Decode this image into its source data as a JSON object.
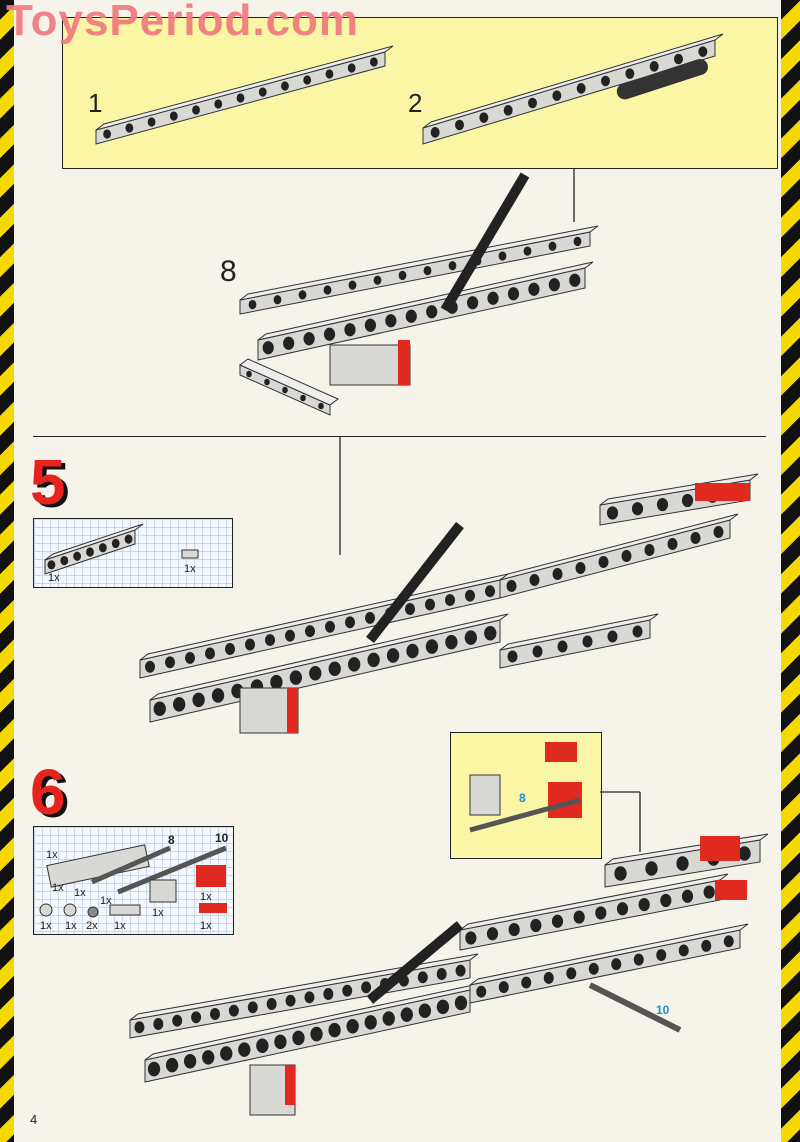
{
  "watermark": "ToysPeriod.com",
  "top_panel": {
    "sub_step_1": "1",
    "sub_step_2": "2",
    "result_count": "8"
  },
  "step5": {
    "number": "5",
    "parts": [
      {
        "qty": "1x",
        "part": "beam-1x8"
      },
      {
        "qty": "1x",
        "part": "plate-1x1"
      }
    ]
  },
  "step6": {
    "number": "6",
    "parts": [
      {
        "qty": "1x",
        "part": "bevel-gear"
      },
      {
        "qty": "1x",
        "part": "plate-2x8"
      },
      {
        "qty": "1x",
        "part": "axle",
        "length": "8"
      },
      {
        "qty": "1x",
        "part": "axle",
        "length": "10"
      },
      {
        "qty": "1x",
        "part": "beam-1x2-grey"
      },
      {
        "qty": "1x",
        "part": "beam-1x2-red"
      },
      {
        "qty": "1x",
        "part": "bush"
      },
      {
        "qty": "1x",
        "part": "half-bush"
      },
      {
        "qty": "2x",
        "part": "gear"
      },
      {
        "qty": "1x",
        "part": "plate-1x2-grey"
      },
      {
        "qty": "1x",
        "part": "plate-1x2-red"
      }
    ],
    "inset_axle_label": "8",
    "axle_label": "10"
  },
  "colors": {
    "brick_grey": "#d8d8d4",
    "brick_red": "#e02a20",
    "panel_yellow": "#fbf6a6"
  },
  "page_number": "4"
}
